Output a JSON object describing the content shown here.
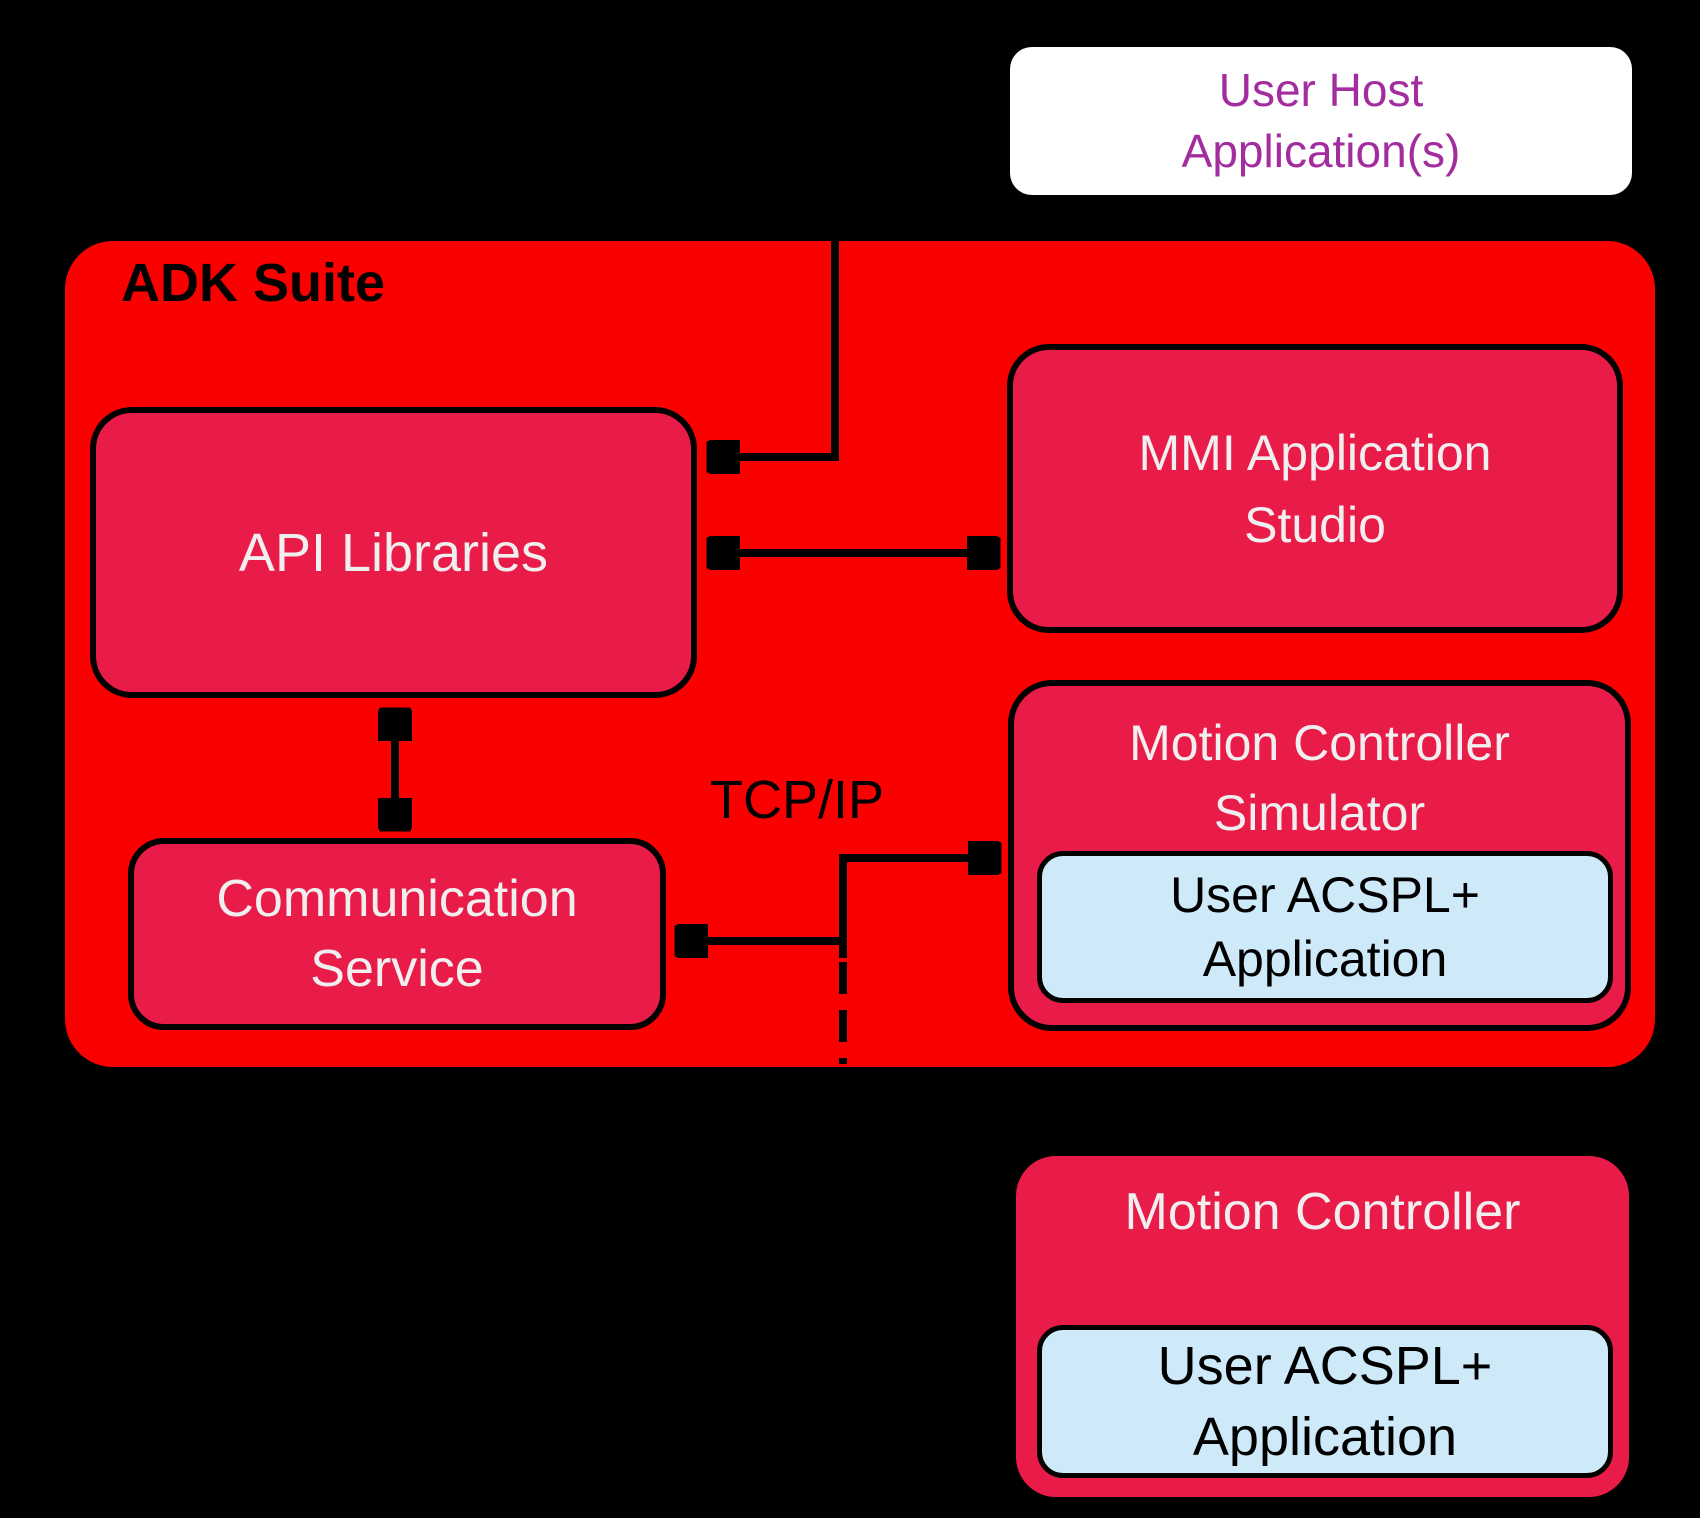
{
  "colors": {
    "background": "#000000",
    "adk_red": "#FB0000",
    "box_crimson": "#E91C49",
    "box_blue": "#CEE9F8",
    "white_box": "#FFFFFF",
    "purple_text": "#A32C9E",
    "light_text": "#F1EEEF",
    "line_black": "#000000"
  },
  "boxes": {
    "user_host": {
      "line1": "User Host",
      "line2": "Application(s)"
    },
    "adk_suite": {
      "label": "ADK Suite"
    },
    "api_libraries": {
      "label": "API Libraries"
    },
    "mmi_studio": {
      "line1": "MMI Application",
      "line2": "Studio"
    },
    "simulator": {
      "line1": "Motion Controller",
      "line2": "Simulator"
    },
    "sim_user_app": {
      "line1": "User ACSPL+",
      "line2": "Application"
    },
    "comm_service": {
      "line1": "Communication",
      "line2": "Service"
    },
    "motion_controller": {
      "label": "Motion Controller"
    },
    "mc_user_app": {
      "line1": "User ACSPL+",
      "line2": "Application"
    }
  },
  "labels": {
    "tcp_ip": "TCP/IP"
  }
}
